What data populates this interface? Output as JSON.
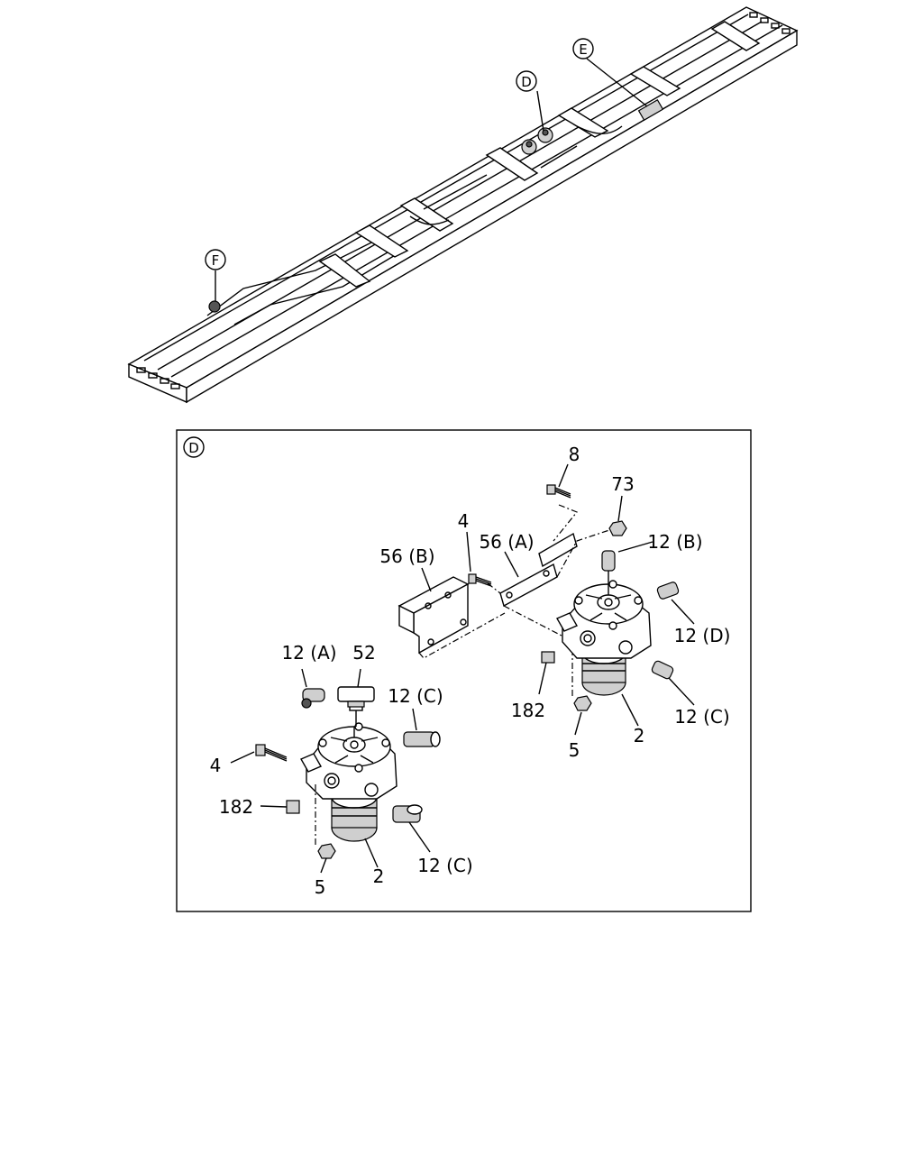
{
  "frame_callouts": {
    "d": "D",
    "e": "E",
    "f": "F"
  },
  "detail": {
    "header": "D",
    "labels": {
      "p8": "8",
      "p73": "73",
      "p4_top": "4",
      "p56a": "56 (A)",
      "p56b": "56 (B)",
      "p12b": "12 (B)",
      "p12d": "12 (D)",
      "p12c_right": "12 (C)",
      "p182_right": "182",
      "p5_right": "5",
      "p2_right": "2",
      "p12a": "12 (A)",
      "p52": "52",
      "p12c_left_top": "12 (C)",
      "p4_left": "4",
      "p182_left": "182",
      "p5_left": "5",
      "p2_left": "2",
      "p12c_left_bottom": "12 (C)"
    }
  }
}
